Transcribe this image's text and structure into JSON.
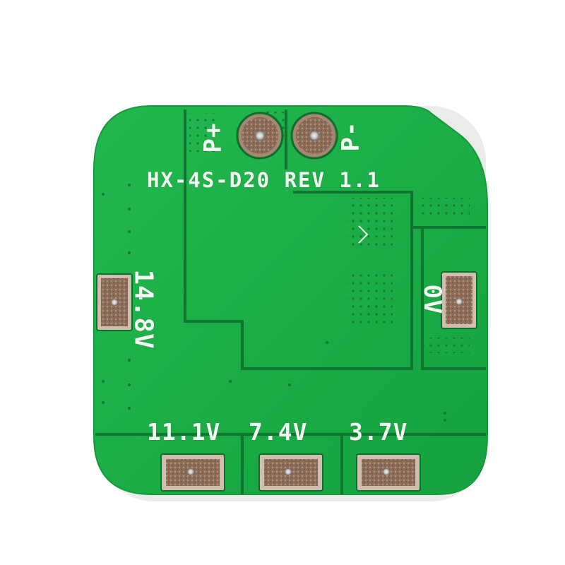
{
  "board": {
    "model_label": "HX-4S-D20 REV 1.1",
    "labels": {
      "p_plus": "P+",
      "p_minus": "P-",
      "v14_8": "14.8V",
      "v0": "0V",
      "v11_1": "11.1V",
      "v7_4": "7.4V",
      "v3_7": "3.7V"
    }
  },
  "colors": {
    "background": "#ffffff",
    "pcb_green": "#1fb24a",
    "pcb_dark": "#0e6e2b",
    "silkscreen": "#f4f7f2",
    "pad_copper": "#8a6a55"
  }
}
